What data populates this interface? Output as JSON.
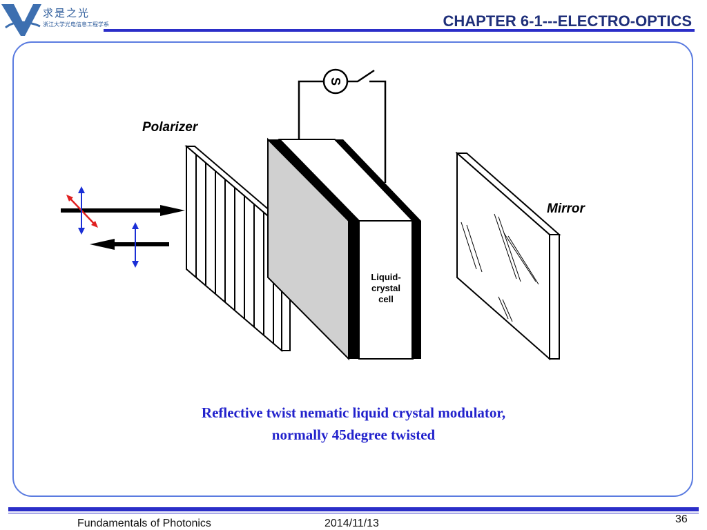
{
  "header": {
    "title": "CHAPTER 6-1---ELECTRO-OPTICS"
  },
  "logo": {
    "line1": "求是之光",
    "line2": "浙江大学光电信息工程学系"
  },
  "diagram": {
    "polarizer_label": "Polarizer",
    "mirror_label": "Mirror",
    "source_label": "S",
    "cell_label_line1": "Liquid-",
    "cell_label_line2": "crystal",
    "cell_label_line3": "cell"
  },
  "caption": {
    "line1": "Reflective twist nematic liquid crystal modulator,",
    "line2": "normally 45degree twisted"
  },
  "footer": {
    "course": "Fundamentals of Photonics",
    "date": "2014/11/13",
    "page": "36"
  },
  "colors": {
    "accent": "#2b2ec8",
    "caption": "#2222cc",
    "title": "#1f2f7a",
    "polarization_red": "#e02020",
    "polarization_blue": "#1a2fd6"
  }
}
